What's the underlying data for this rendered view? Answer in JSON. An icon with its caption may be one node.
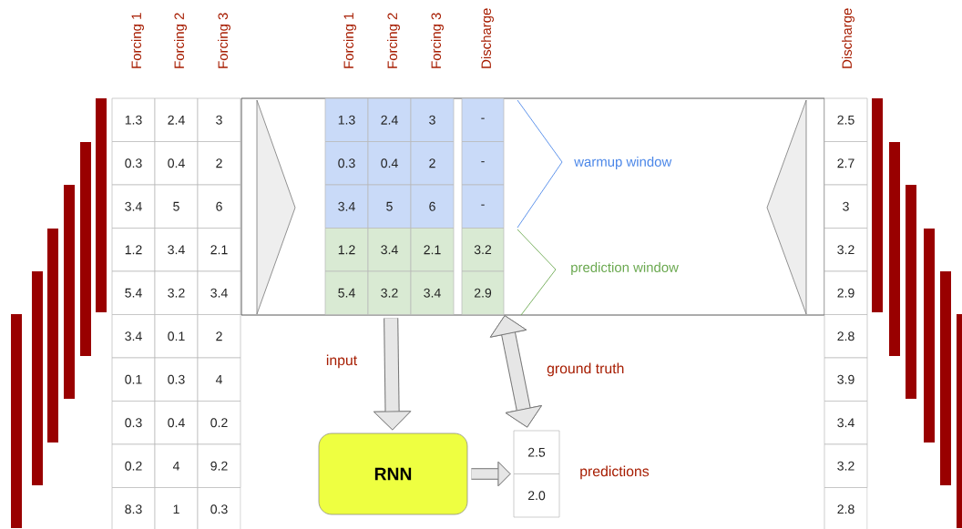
{
  "diagram": {
    "nodes": [
      {
        "text": [
          "1.3",
          "2.4",
          "3",
          "0.3",
          "0.4",
          "2",
          "3.4",
          "5",
          "6",
          "1.2",
          "3.4",
          "2.1",
          "5.4",
          "3.2",
          "3.4"
        ]
      },
      {
        "text": [
          "-",
          "-",
          "-",
          "3.2",
          "2.9"
        ]
      },
      {
        "text": [
          "RNN"
        ]
      },
      {
        "text": [
          "2.5",
          "2.0"
        ],
        "beside": [
          "predictions"
        ]
      }
    ],
    "edges": [
      {
        "from": 0,
        "to": 2,
        "arrow": "to",
        "label": "input"
      },
      {
        "from": 1,
        "to": 3,
        "arrow": "both",
        "label": "ground truth"
      },
      {
        "from": 2,
        "to": 3,
        "arrow": "to"
      }
    ],
    "labels": [
      "Forcing 1",
      "Forcing 2",
      "Forcing 3",
      "Forcing 1",
      "Forcing 2",
      "Forcing 3",
      "Discharge",
      "Discharge",
      "1.3",
      "2.4",
      "3",
      "0.3",
      "0.4",
      "2",
      "3.4",
      "5",
      "6",
      "1.2",
      "3.4",
      "2.1",
      "5.4",
      "3.2",
      "3.4",
      "3.4",
      "0.1",
      "2",
      "0.1",
      "0.3",
      "4",
      "0.3",
      "0.4",
      "0.2",
      "0.2",
      "4",
      "9.2",
      "8.3",
      "1",
      "0.3",
      "2.5",
      "2.7",
      "3",
      "3.2",
      "2.9",
      "2.8",
      "3.9",
      "3.4",
      "3.2",
      "2.8",
      "warmup window",
      "prediction window"
    ]
  }
}
